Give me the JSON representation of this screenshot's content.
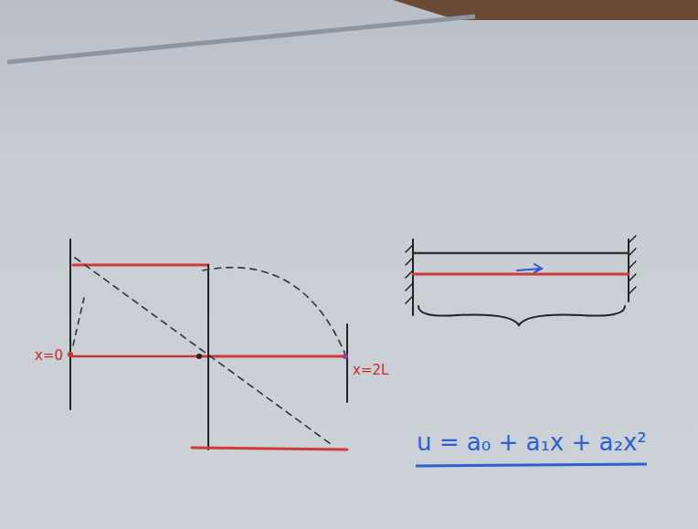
{
  "diagram": {
    "labels": [
      "x=0",
      "x=2L",
      "u = a₀ + a₁x + a₂x²"
    ]
  }
}
